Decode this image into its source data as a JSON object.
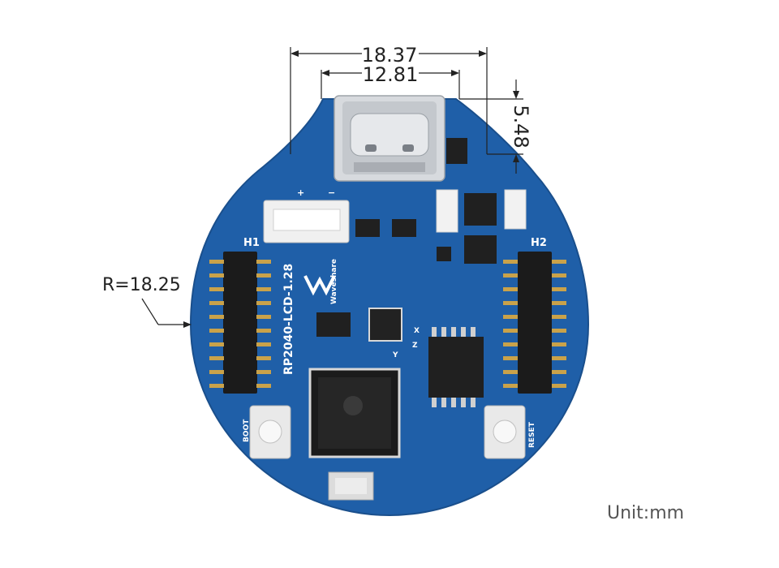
{
  "diagram": {
    "dimensions": {
      "overall_width": "18.37",
      "connector_width": "12.81",
      "connector_protrusion": "5.48",
      "radius": "R=18.25"
    },
    "unit_label": "Unit:mm",
    "silkscreen": {
      "board_name": "RP2040-LCD-1.28",
      "brand": "Waveshare",
      "header_left": "H1",
      "header_right": "H2",
      "button_left": "BOOT",
      "button_right": "RESET",
      "axis_x": "X",
      "axis_y": "Y",
      "axis_z": "Z",
      "plus": "+",
      "minus": "−"
    },
    "colors": {
      "pcb": "#1f5fa8",
      "pcb_edge": "#1a5396",
      "silk": "#ffffff",
      "dimension_line": "#222222",
      "pin_gold": "#c9a24a",
      "header_black": "#1b1b1b",
      "chip_black": "#202020",
      "connector_metal": "#c9ccd1"
    }
  }
}
